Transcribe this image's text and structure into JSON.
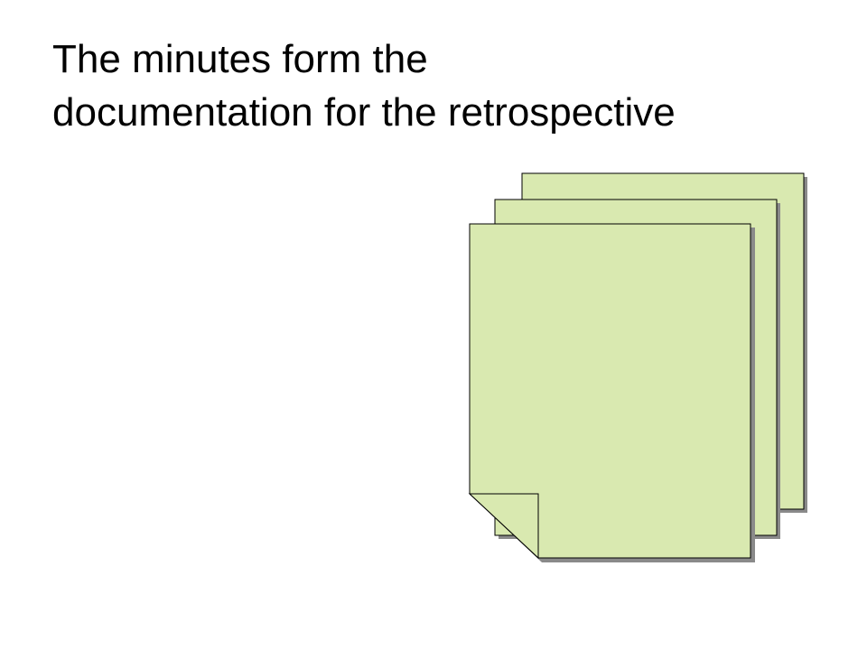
{
  "slide": {
    "title_line1": "The minutes form the",
    "title_line2": "documentation for the retrospective"
  },
  "graphic": {
    "icon": "document-stack-icon",
    "page_count": 3,
    "page_fill": "#d9e9b0",
    "page_stroke": "#000000",
    "shadow_color": "#8a8a8a"
  }
}
